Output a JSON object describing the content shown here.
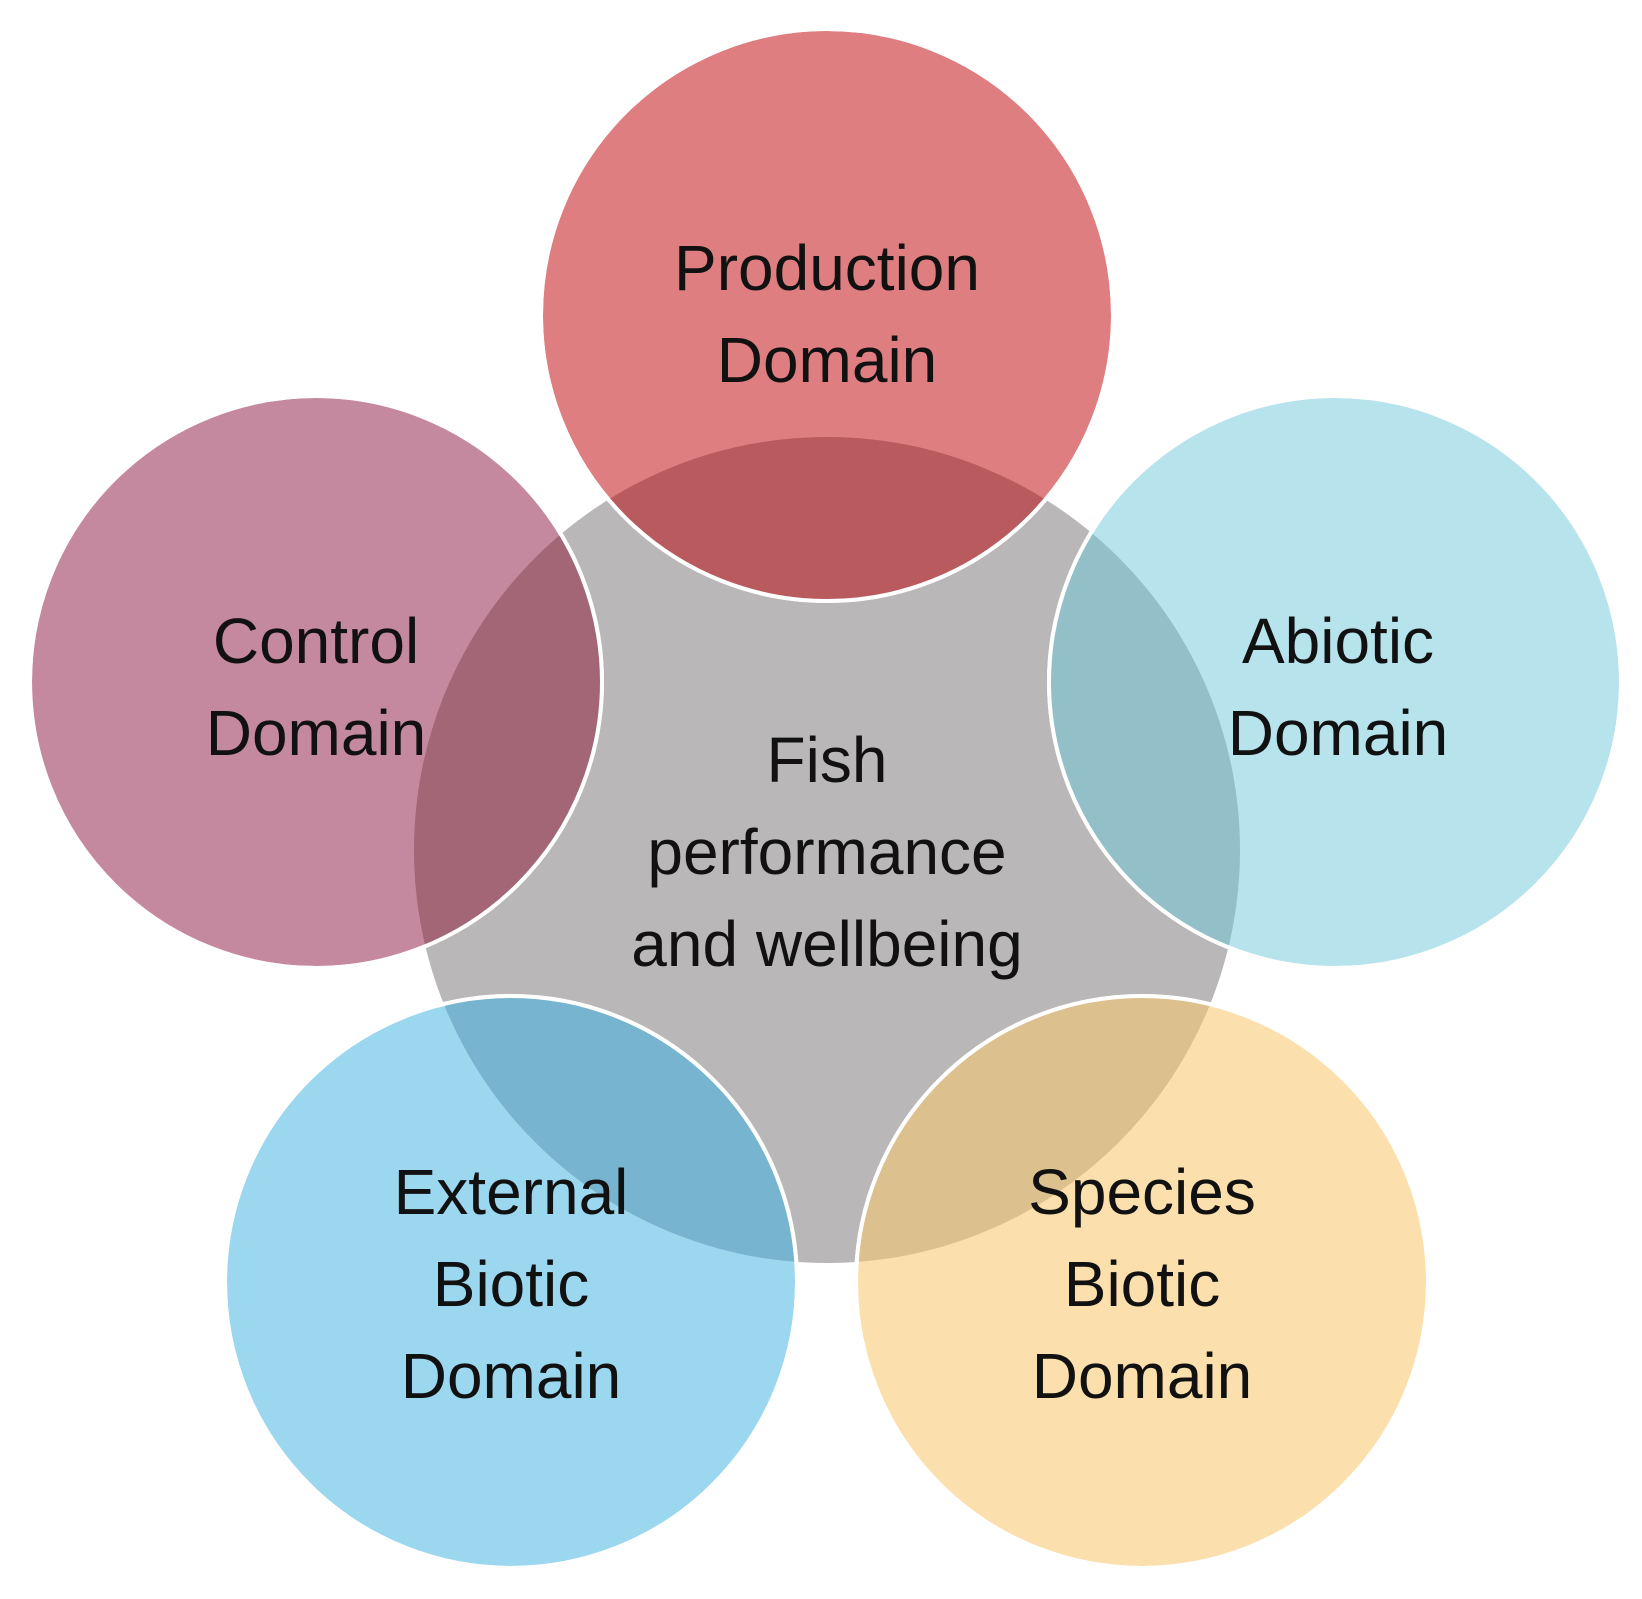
{
  "center": {
    "lines": [
      "Fish",
      "performance",
      "and wellbeing"
    ],
    "color": "#b9b7b8"
  },
  "domains": [
    {
      "id": "production",
      "lines": [
        "Production",
        "Domain"
      ],
      "color": "#dc7375"
    },
    {
      "id": "abiotic",
      "lines": [
        "Abiotic",
        "Domain"
      ],
      "color": "#b0e1ea"
    },
    {
      "id": "species-biotic",
      "lines": [
        "Species",
        "Biotic",
        "Domain"
      ],
      "color": "#fbdda6"
    },
    {
      "id": "external-biotic",
      "lines": [
        "External",
        "Biotic",
        "Domain"
      ],
      "color": "#93d4ee"
    },
    {
      "id": "control",
      "lines": [
        "Control",
        "Domain"
      ],
      "color": "#c07f97"
    }
  ]
}
